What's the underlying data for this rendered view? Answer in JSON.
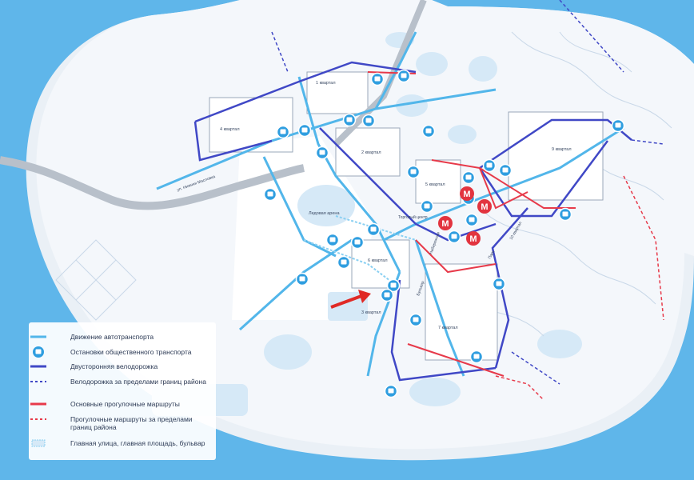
{
  "map": {
    "street_label": "ул. Нижняя Масловка",
    "districts": {
      "q1": "1 квартал",
      "q2": "2 квартал",
      "q3": "3 квартал",
      "q4": "4 квартал",
      "q5": "5 квартал",
      "q6": "6 квартал",
      "q7": "7 квартал",
      "q9": "9 квартал",
      "q10": "10 квартал"
    },
    "places": {
      "ice_arena": "Ледовая арена",
      "mall": "Торговый центр",
      "boulevard": "Бульвар",
      "embankment": "Набережная",
      "park": "Парк"
    },
    "metro_letter": "М"
  },
  "legend": {
    "items": [
      {
        "label": "Движение автотранспорта"
      },
      {
        "label": "Остановки общественного транспорта"
      },
      {
        "label": "Двусторонняя велодорожка"
      },
      {
        "label": "Велодорожка за пределами границ района"
      },
      {
        "label": "Основные прогулочные маршруты"
      },
      {
        "label": "Прогулочные маршруты за пределами границ района"
      },
      {
        "label": "Главная улица, главная площадь, бульвар"
      }
    ]
  },
  "colors": {
    "water": "#5fb6ea",
    "land": "#eef2f7",
    "road_car": "#52b6ea",
    "bus_stop": "#2f9ee0",
    "bike": "#4048c6",
    "pedestrian": "#e73a4a",
    "metro": "#e2343f",
    "pointer_arrow": "#e02a26"
  },
  "icons": {
    "bus": "bus-stop-icon",
    "metro": "metro-icon",
    "arrow": "red-pointer-arrow"
  }
}
